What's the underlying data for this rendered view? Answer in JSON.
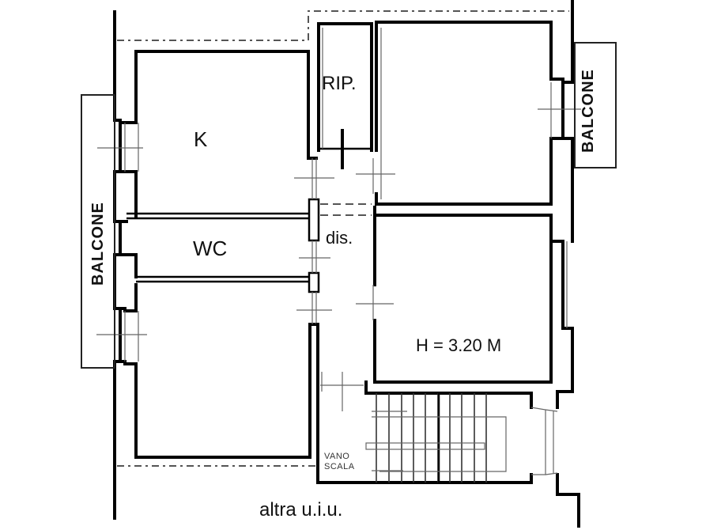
{
  "plan": {
    "rooms": {
      "kitchen": "K",
      "wc": "WC",
      "storage": "RIP.",
      "hallway": "dis.",
      "balcony_left": "BALCONE",
      "balcony_right": "BALCONE",
      "stairwell_line1": "VANO",
      "stairwell_line2": "SCALA",
      "adjacent_unit": "altra u.i.u."
    },
    "ceiling_height": "H = 3.20 M",
    "colors": {
      "line": "#000000",
      "background": "#ffffff",
      "secondary_line": "#666666"
    }
  }
}
